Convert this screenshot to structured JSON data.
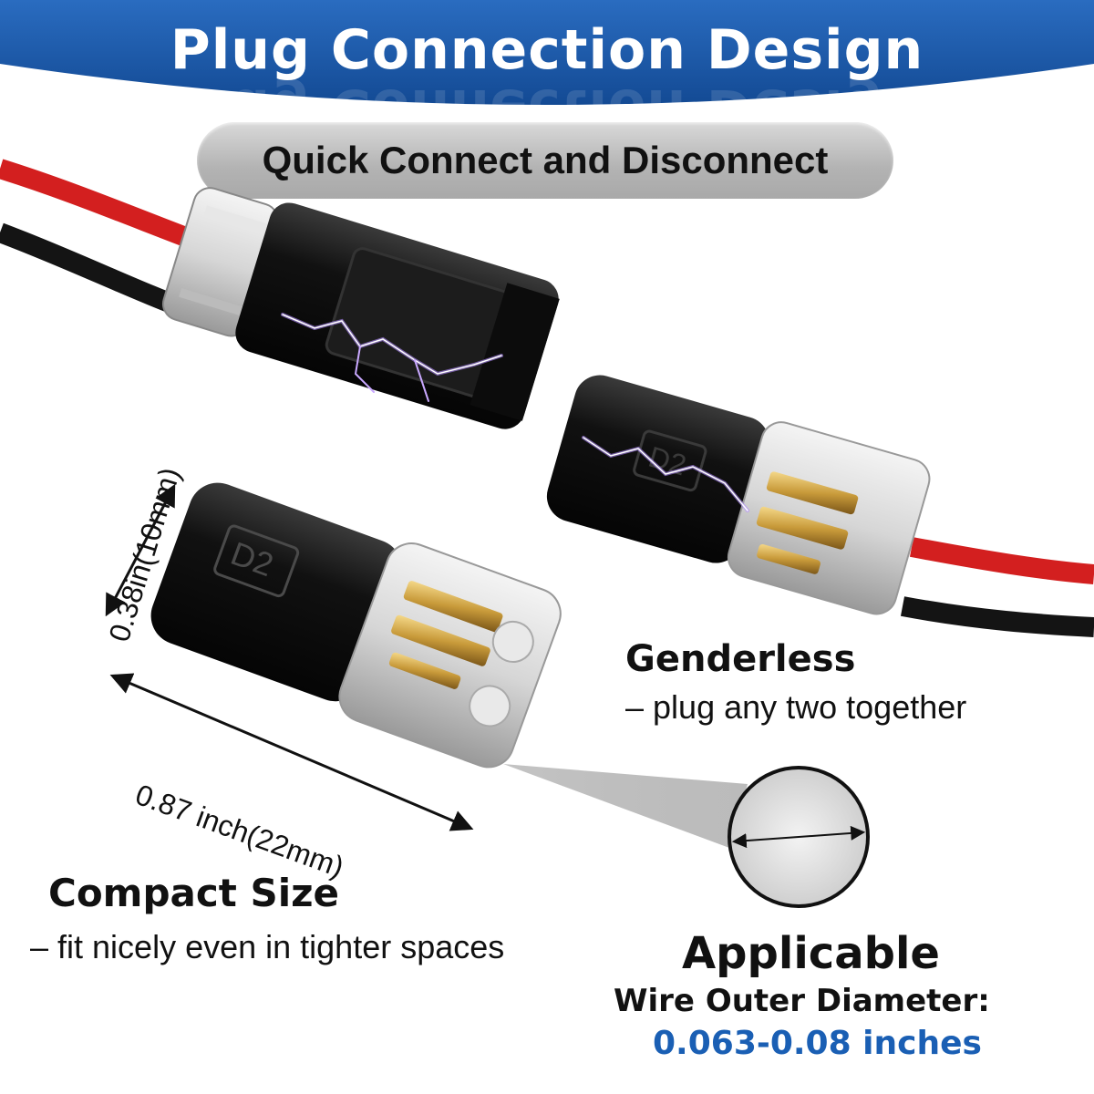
{
  "banner": {
    "title": "Plug Connection Design",
    "color": "#1d5fb0"
  },
  "subtitle": "Quick Connect and Disconnect",
  "dimensions": {
    "height_label": "0.38in(10mm)",
    "length_label": "0.87 inch(22mm)"
  },
  "features": {
    "genderless": {
      "title": "Genderless",
      "desc": "– plug any two together"
    },
    "compact": {
      "title": "Compact Size",
      "desc": "– fit nicely even in tighter spaces"
    }
  },
  "wire": {
    "title": "Applicable",
    "subtitle": "Wire Outer Diameter:",
    "value": "0.063-0.08 inches",
    "value_color": "#1a5fb4"
  },
  "connector_marking": "D2",
  "icons": [
    "lightning-spark",
    "wire-cross-section-circle",
    "dimension-arrow"
  ]
}
